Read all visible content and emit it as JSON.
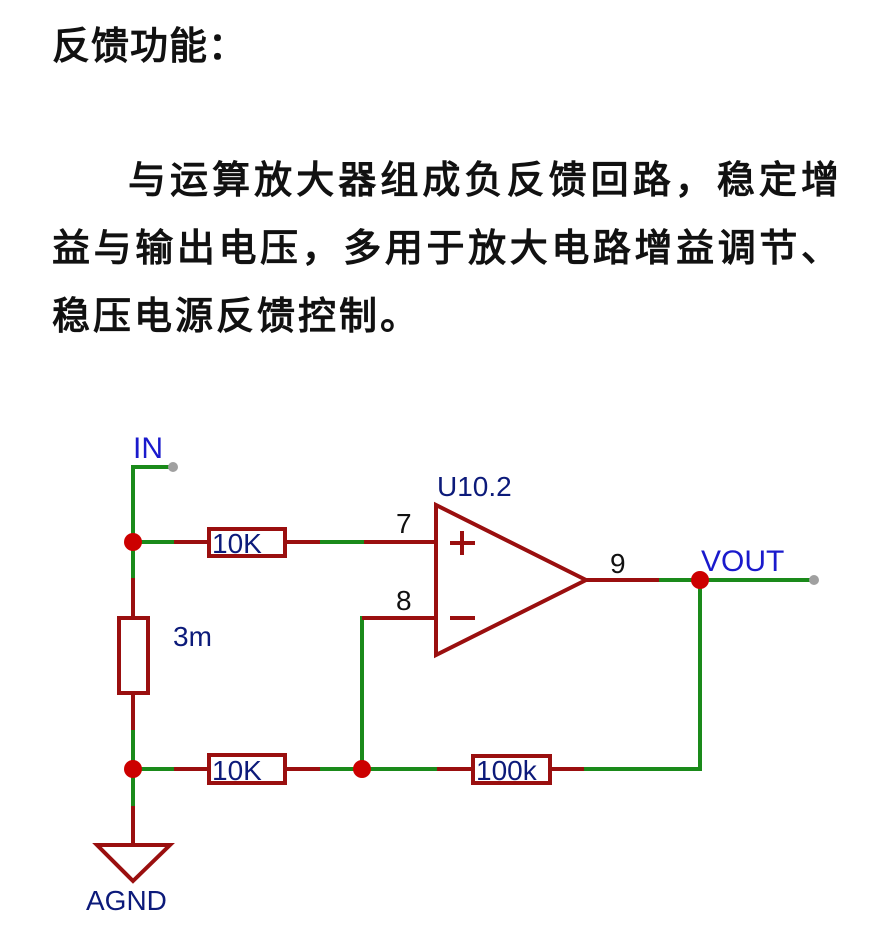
{
  "document": {
    "heading": "反馈功能：",
    "paragraph": "与运算放大器组成负反馈回路，稳定增益与输出电压，多用于放大电路增益调节、稳压电源反馈控制。"
  },
  "schematic": {
    "nets": {
      "input": "IN",
      "output": "VOUT",
      "ground": "AGND"
    },
    "opamp": {
      "designator": "U10.2",
      "pin_noninverting": "7",
      "pin_inverting": "8",
      "pin_output": "9",
      "plus_symbol": "+",
      "minus_symbol": "−"
    },
    "resistors": {
      "r_input": "10K",
      "r_ground_shunt": "3m",
      "r_ground_feedback": "10K",
      "r_feedback": "100k"
    },
    "colors": {
      "wire": "#1a8a1a",
      "component": "#9a0f0f",
      "junction": "#cc0000",
      "net_label": "#1a1acc",
      "value_label": "#0c1a7a"
    }
  }
}
